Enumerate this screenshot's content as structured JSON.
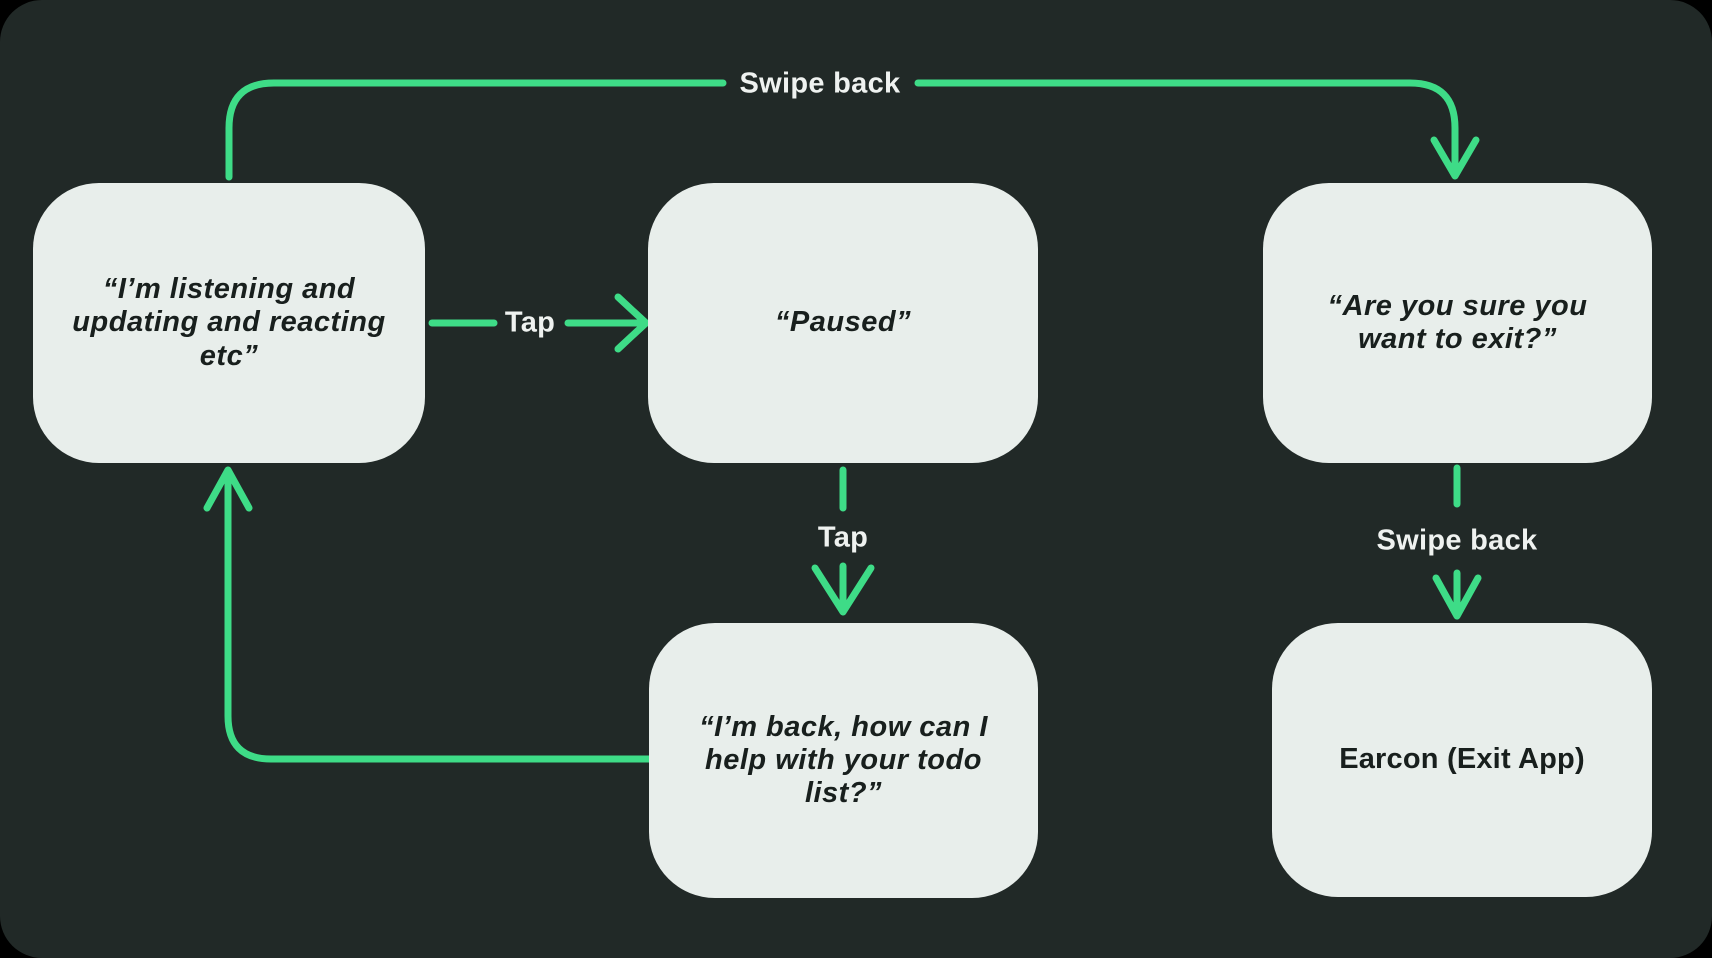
{
  "colors": {
    "page_background": "#000000",
    "canvas_background": "#212927",
    "node_fill": "#E8EEEB",
    "node_text": "#181F1D",
    "arrow": "#3EDC87",
    "label_text": "#EFF2F0"
  },
  "diagram": {
    "nodes": [
      {
        "id": "listening",
        "text": "“I’m listening and\nupdating and reacting\netc”"
      },
      {
        "id": "paused",
        "text": "“Paused”"
      },
      {
        "id": "exit-confirm",
        "text": "“Are you sure you\nwant to exit?”"
      },
      {
        "id": "back-from-pause",
        "text": "“I’m back, how can I\nhelp with your todo\nlist?”"
      },
      {
        "id": "earcon-exit",
        "text": "Earcon (Exit App)"
      }
    ],
    "edges": [
      {
        "from": "listening",
        "to": "exit-confirm",
        "label": "Swipe back"
      },
      {
        "from": "listening",
        "to": "paused",
        "label": "Tap"
      },
      {
        "from": "paused",
        "to": "back-from-pause",
        "label": "Tap"
      },
      {
        "from": "exit-confirm",
        "to": "earcon-exit",
        "label": "Swipe back"
      },
      {
        "from": "back-from-pause",
        "to": "listening",
        "label": ""
      }
    ]
  }
}
